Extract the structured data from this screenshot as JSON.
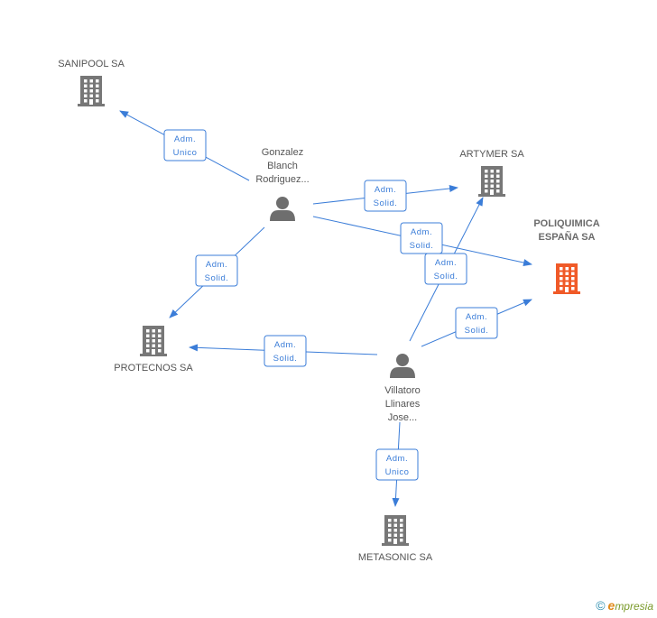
{
  "colors": {
    "edge": "#3b7dd8",
    "company_icon": "#777777",
    "company_icon_main": "#f05a28",
    "person_icon": "#6e6e6e"
  },
  "companies": [
    {
      "id": "sanipool",
      "label_lines": [
        "SANIPOOL SA"
      ],
      "main": false
    },
    {
      "id": "artymer",
      "label_lines": [
        "ARTYMER SA"
      ],
      "main": false
    },
    {
      "id": "poliquimica",
      "label_lines": [
        "POLIQUIMICA",
        "ESPAÑA SA"
      ],
      "main": true
    },
    {
      "id": "protecnos",
      "label_lines": [
        "PROTECNOS SA"
      ],
      "main": false
    },
    {
      "id": "metasonic",
      "label_lines": [
        "METASONIC SA"
      ],
      "main": false
    }
  ],
  "people": [
    {
      "id": "gonzalez",
      "label_lines": [
        "Gonzalez",
        "Blanch",
        "Rodriguez..."
      ]
    },
    {
      "id": "villatoro",
      "label_lines": [
        "Villatoro",
        "Llinares",
        "Jose..."
      ]
    }
  ],
  "edges": [
    {
      "id": "e1",
      "from": "gonzalez",
      "to": "sanipool",
      "label": [
        "Adm.",
        "Unico"
      ]
    },
    {
      "id": "e2",
      "from": "gonzalez",
      "to": "artymer",
      "label": [
        "Adm.",
        "Solid."
      ]
    },
    {
      "id": "e3",
      "from": "gonzalez",
      "to": "poliquimica",
      "label": [
        "Adm.",
        "Solid."
      ]
    },
    {
      "id": "e4",
      "from": "gonzalez",
      "to": "protecnos",
      "label": [
        "Adm.",
        "Solid."
      ]
    },
    {
      "id": "e5",
      "from": "villatoro",
      "to": "artymer",
      "label": [
        "Adm.",
        "Solid."
      ]
    },
    {
      "id": "e6",
      "from": "villatoro",
      "to": "poliquimica",
      "label": [
        "Adm.",
        "Solid."
      ]
    },
    {
      "id": "e7",
      "from": "villatoro",
      "to": "protecnos",
      "label": [
        "Adm.",
        "Solid."
      ]
    },
    {
      "id": "e8",
      "from": "villatoro",
      "to": "metasonic",
      "label": [
        "Adm.",
        "Unico"
      ]
    }
  ],
  "footer": {
    "copyright_symbol": "©",
    "brand_initial": "e",
    "brand_rest": "mpresia"
  }
}
